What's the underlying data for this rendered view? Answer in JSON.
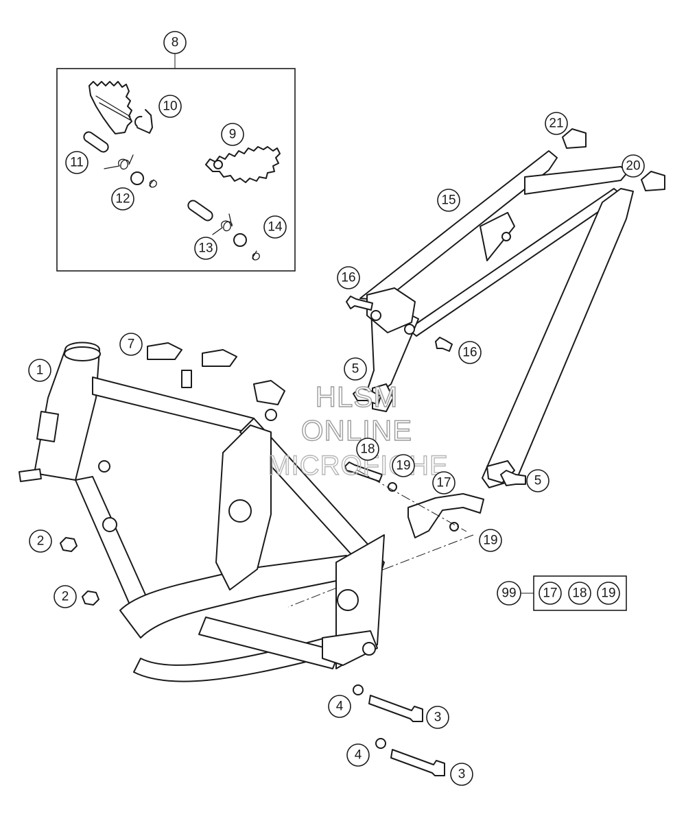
{
  "callouts": {
    "c1": "1",
    "c2a": "2",
    "c2b": "2",
    "c3a": "3",
    "c3b": "3",
    "c4a": "4",
    "c4b": "4",
    "c5a": "5",
    "c5b": "5",
    "c7": "7",
    "c8": "8",
    "c9": "9",
    "c10": "10",
    "c11": "11",
    "c12": "12",
    "c13": "13",
    "c14": "14",
    "c15": "15",
    "c16a": "16",
    "c16b": "16",
    "c17a": "17",
    "c18a": "18",
    "c19a": "19",
    "c19b": "19",
    "c20": "20",
    "c21": "21"
  },
  "kit": {
    "label": "99",
    "items": [
      "17",
      "18",
      "19"
    ]
  },
  "watermark": {
    "line1": "HLSM",
    "line2": "ONLINE",
    "line3": "MICROFICHE"
  },
  "colors": {
    "ink": "#1a1a1a",
    "paper": "#ffffff",
    "watermark": "#9a9a9a"
  }
}
